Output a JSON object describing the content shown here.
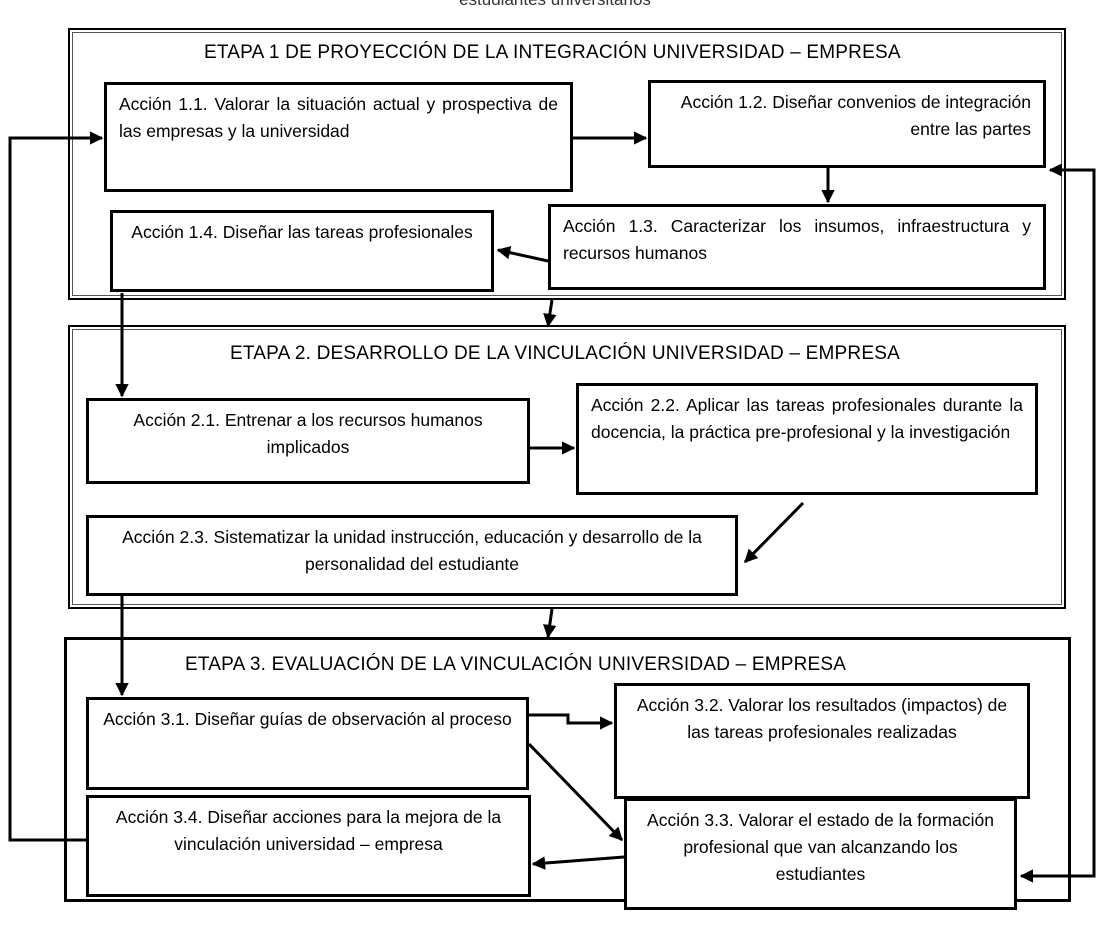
{
  "header_fragment": "estudiantes universitarios",
  "stages": [
    {
      "title": "ETAPA 1 DE PROYECCIÓN DE LA INTEGRACIÓN UNIVERSIDAD – EMPRESA",
      "actions": [
        "Acción 1.1. Valorar la situación actual y prospectiva de las empresas y la universidad",
        "Acción 1.2. Diseñar convenios de integración entre las partes",
        "Acción 1.3. Caracterizar los insumos, infraestructura y recursos humanos",
        "Acción 1.4. Diseñar las tareas profesionales"
      ]
    },
    {
      "title": "ETAPA 2. DESARROLLO DE LA VINCULACIÓN UNIVERSIDAD – EMPRESA",
      "actions": [
        "Acción 2.1. Entrenar a los recursos humanos implicados",
        "Acción 2.2. Aplicar las tareas profesionales durante la docencia, la práctica pre-profesional y la investigación",
        "Acción 2.3. Sistematizar la unidad instrucción, educación y desarrollo de la personalidad del estudiante"
      ]
    },
    {
      "title": "ETAPA 3. EVALUACIÓN DE LA VINCULACIÓN UNIVERSIDAD – EMPRESA",
      "actions": [
        "Acción 3.1. Diseñar guías de observación al proceso",
        "Acción 3.2. Valorar los resultados (impactos) de las tareas profesionales realizadas",
        "Acción 3.3. Valorar el estado de la formación profesional que van alcanzando los estudiantes",
        "Acción 3.4. Diseñar acciones para la mejora de la vinculación universidad – empresa"
      ]
    }
  ]
}
